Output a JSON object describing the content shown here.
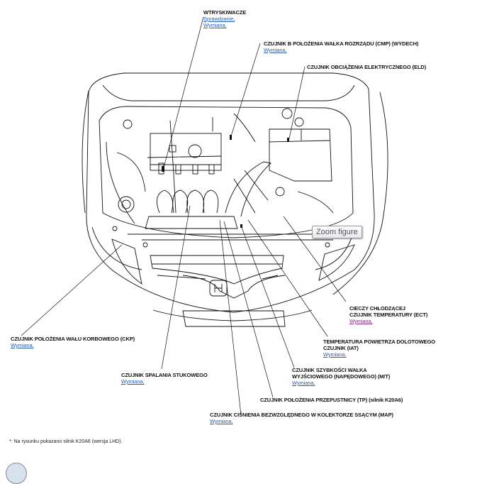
{
  "diagram": {
    "tooltip": "Zoom figure",
    "footnote": "*: Na rysunku pokazano silnik K20A6 (wersja LHD).",
    "labels": {
      "injectors": {
        "title": "WTRYSKIWACZE",
        "links": [
          "Sprawdzanie,",
          "Wymiana,"
        ]
      },
      "cmp": {
        "title": "CZUJNIK B POŁOŻENIA WAŁKA ROZRZĄDU (CMP) (WYDECH)",
        "links": [
          "Wymiana,"
        ]
      },
      "eld": {
        "title": "CZUJNIK OBCIĄŻENIA ELEKTRYCZNEGO (ELD)",
        "links": []
      },
      "ect": {
        "title_line1": "CIECZY CHŁODZĄCEJ",
        "title_line2": "CZUJNIK TEMPERATURY (ECT)",
        "links": [
          "Wymiana,"
        ]
      },
      "iat": {
        "title_line1": "TEMPERATURA POWIETRZA DOLOTOWEGO",
        "title_line2": "CZUJNIK (IAT)",
        "links": [
          "Wymiana,"
        ]
      },
      "ckp": {
        "title": "CZUJNIK POŁOŻENIA WAŁU KORBOWEGO (CKP)",
        "links": [
          "Wymiana,"
        ]
      },
      "knock": {
        "title": "CZUJNIK SPALANIA STUKOWEGO",
        "links": [
          "Wymiana,"
        ]
      },
      "mt": {
        "title_line1": "CZUJNIK SZYBKOŚCI WAŁKA",
        "title_line2": "WYJŚCIOWEGO (NAPĘDOWEGO) (M/T)",
        "links": [
          "Wymiana,"
        ]
      },
      "tp": {
        "title": "CZUJNIK POŁOŻENIA PRZEPUSTNICY (TP) (silnik K20A6)",
        "links": []
      },
      "map": {
        "title": "CZUJNIK CIŚNIENIA BEZWZGLĘDNEGO W KOLEKTORZE SSĄCYM (MAP)",
        "links": [
          "Wymiana,"
        ]
      }
    }
  }
}
